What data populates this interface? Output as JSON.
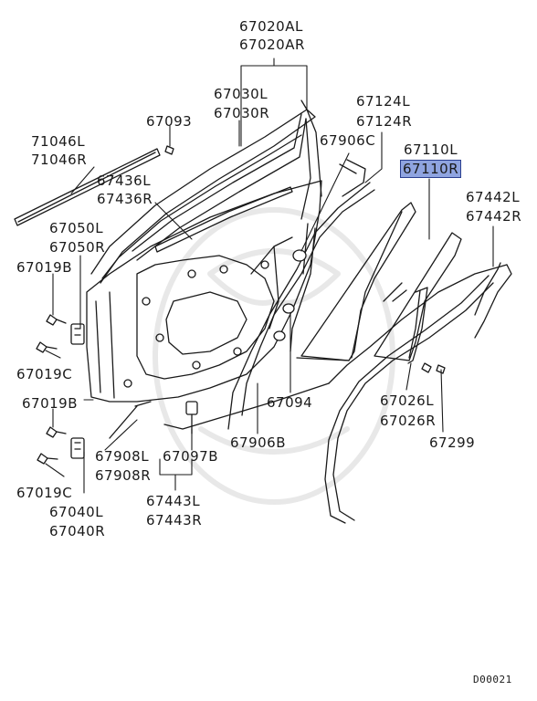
{
  "labels": {
    "p67020": [
      "67020AL",
      "67020AR"
    ],
    "p67030": [
      "67030L",
      "67030R"
    ],
    "p67093": "67093",
    "p71046": [
      "71046L",
      "71046R"
    ],
    "p67436": [
      "67436L",
      "67436R"
    ],
    "p67050": [
      "67050L",
      "67050R"
    ],
    "p67019b_top": "67019B",
    "p67019c_top": "67019C",
    "p67019b_bot": "67019B",
    "p67019c_bot": "67019C",
    "p67040": [
      "67040L",
      "67040R"
    ],
    "p67908": [
      "67908L",
      "67908R"
    ],
    "p67097b": "67097B",
    "p67443": [
      "67443L",
      "67443R"
    ],
    "p67906b": "67906B",
    "p67094": "67094",
    "p67906c": "67906C",
    "p67124": [
      "67124L",
      "67124R"
    ],
    "p67110": [
      "67110L",
      "67110R"
    ],
    "p67442": [
      "67442L",
      "67442R"
    ],
    "p67026": [
      "67026L",
      "67026R"
    ],
    "p67299": "67299"
  },
  "highlight_color": "#8fa4e0",
  "diagram_code": "D00021"
}
